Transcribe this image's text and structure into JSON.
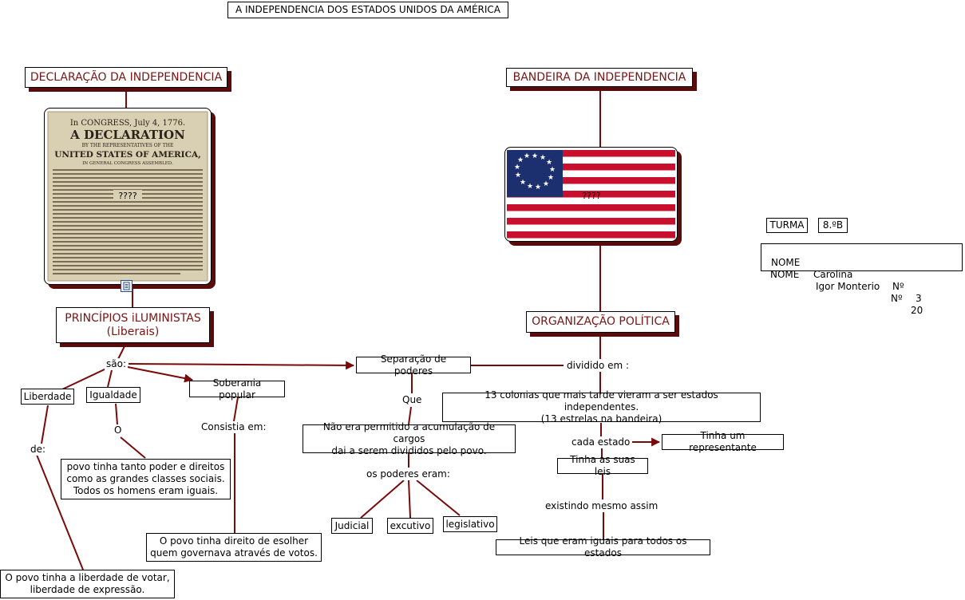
{
  "title": "A INDEPENDENCIA DOS ESTADOS UNIDOS DA AMÉRICA",
  "declaracao": {
    "label": "DECLARAÇÃO DA INDEPENDENCIA",
    "doc_text": {
      "line1": "In CONGRESS, July 4, 1776.",
      "line2": "A DECLARATION",
      "line3": "BY THE REPRESENTATIVES OF THE",
      "line4": "UNITED STATES OF AMERICA,",
      "line5": "IN GENERAL CONGRESS ASSEMBLED."
    },
    "unknown": "????"
  },
  "bandeira": {
    "label": "BANDEIRA DA INDEPENDENCIA",
    "unknown": "????"
  },
  "principios": "PRINCÍPIOS iLUMINISTAS\n(Liberais)",
  "sao": "são:",
  "liberdade": "Liberdade",
  "igualdade": "Igualdade",
  "soberania": "Soberania popular",
  "separacao": "Separação de poderes",
  "de": "de:",
  "o": "O",
  "consistia": "Consistia em:",
  "que": "Que",
  "povo_igual": "povo tinha tanto poder e direitos\ncomo as grandes classes sociais.\nTodos os homens eram iguais.",
  "povo_votar": "O povo tinha a liberdade de votar,\nliberdade de expressão.",
  "povo_escolher": "O povo tinha direito de esolher\nquem governava através de votos.",
  "nao_permitido": "Não era permitido a acumulação de cargos\ndai a serem divididos pelo povo.",
  "poderes_eram": "os poderes eram:",
  "judicial": "Judicial",
  "executivo": "excutivo",
  "legislativo": "legislativo",
  "organizacao": "ORGANIZAÇÃO POLÍTICA",
  "dividido": "dividido em :",
  "colonias": "13 colonias que mais tarde vieram a ser estados independentes.\n(13 estrelas na bandeira)",
  "cada_estado": "cada estado",
  "representante": "Tinha um representante",
  "suas_leis": "Tinha as suas leis",
  "existindo": "existindo mesmo assim",
  "leis_iguais": "Leis que eram iguais para todos os estados",
  "turma": {
    "label": "TURMA",
    "value": "8.ºB"
  },
  "alunos": [
    {
      "label": "NOME",
      "name": "Carolina",
      "num_label": "Nº",
      "num": "3"
    },
    {
      "label": "NOME",
      "name": "Igor Monterio",
      "num_label": "Nº",
      "num": "20"
    }
  ],
  "colors": {
    "link": "#7a0a0a",
    "text_dark": "#7a1414",
    "shadow": "#5a0c0c",
    "flag_red": "#c8102e",
    "flag_blue": "#1c2f6e"
  }
}
